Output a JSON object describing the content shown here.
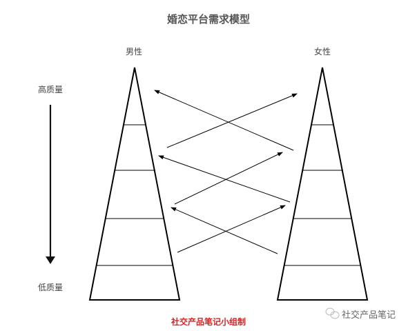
{
  "title": "婚恋平台需求模型",
  "male_label": "男性",
  "female_label": "女性",
  "high_quality": "高质量",
  "low_quality": "低质量",
  "credit": "社交产品笔记小组制",
  "watermark": "社交产品笔记",
  "colors": {
    "credit": "#e02020",
    "line": "#000000"
  }
}
